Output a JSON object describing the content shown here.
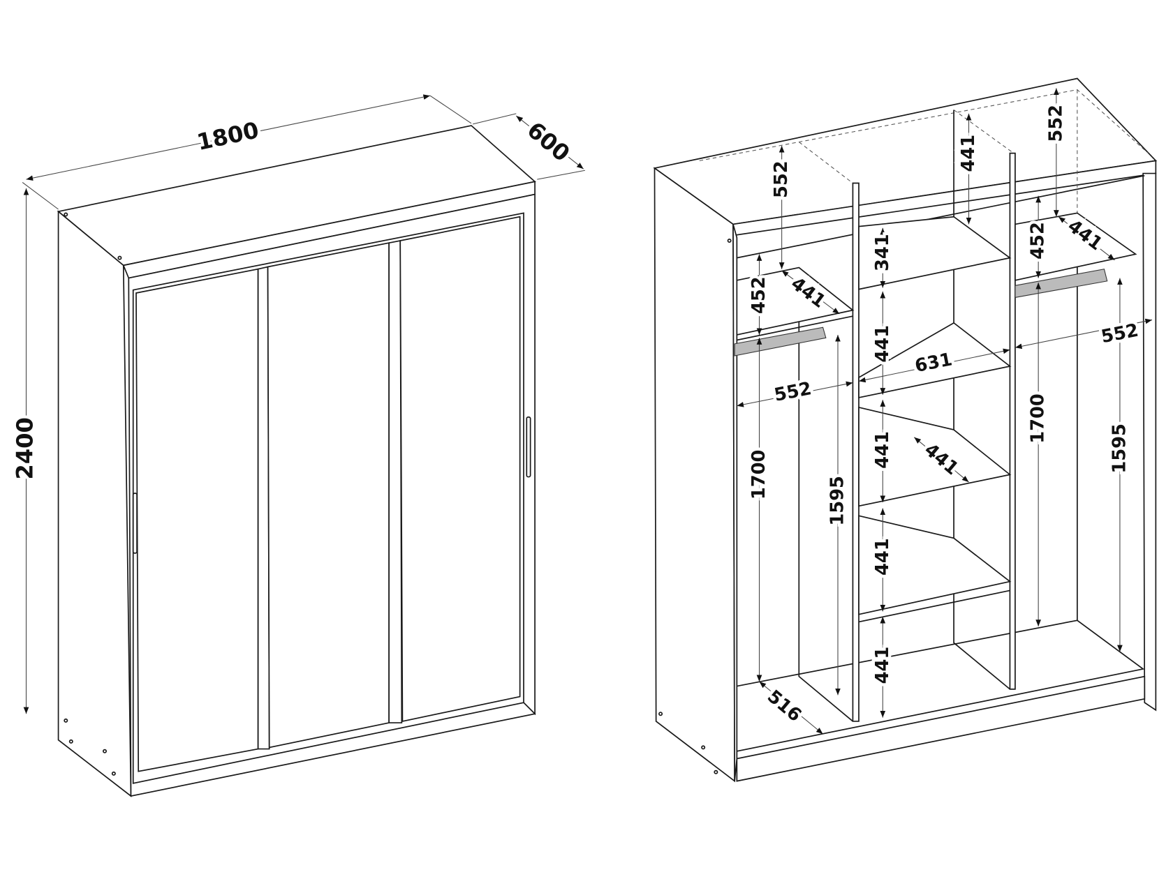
{
  "left_view": {
    "width": "1800",
    "depth": "600",
    "height": "2400"
  },
  "right_view": {
    "left_top_space": "552",
    "left_shelf_height": "452",
    "left_shelf_depth": "441",
    "left_rail_width": "552",
    "left_hang_height": "1700",
    "left_rod_height": "1595",
    "left_floor_depth": "516",
    "mid_top": "441",
    "mid_shelf1": "341",
    "mid_shelf2": "441",
    "mid_width": "631",
    "mid_shelf3": "441",
    "mid_shelf3_depth": "441",
    "mid_shelf4": "441",
    "mid_shelf5": "441",
    "right_top_space": "552",
    "right_shelf_height": "452",
    "right_shelf_depth": "441",
    "right_rail_width": "552",
    "right_hang_height": "1700",
    "right_rod_height": "1595"
  }
}
